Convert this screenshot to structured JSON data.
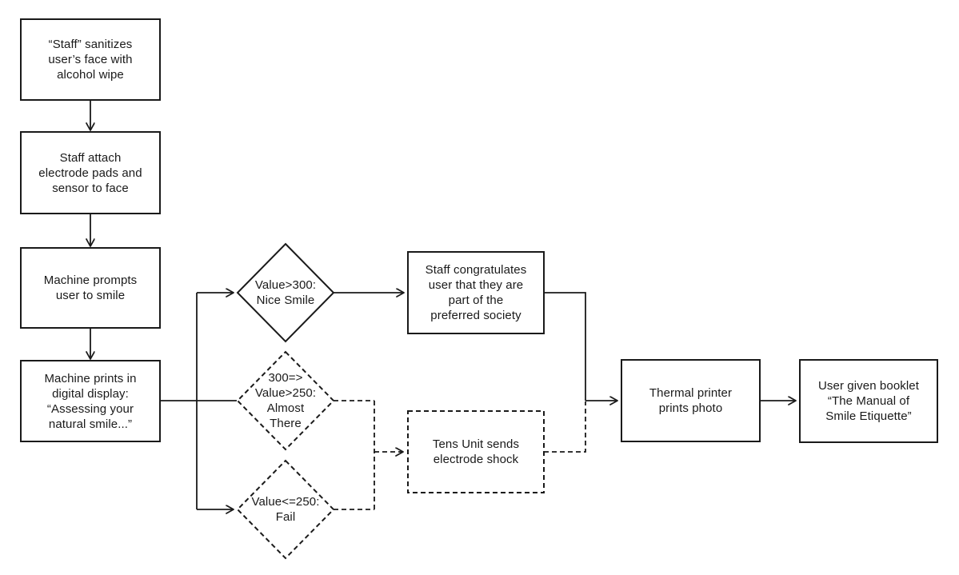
{
  "diagram": {
    "colors": {
      "stroke": "#1a1a1a",
      "text": "#1a1a1a",
      "background": "#ffffff"
    },
    "nodes": {
      "sanitize": {
        "shape": "rect",
        "border": "solid",
        "label": "“Staff” sanitizes\nuser’s face with\nalcohol wipe"
      },
      "attach": {
        "shape": "rect",
        "border": "solid",
        "label": "Staff attach\nelectrode pads and\nsensor to face"
      },
      "prompt": {
        "shape": "rect",
        "border": "solid",
        "label": "Machine prompts\nuser to smile"
      },
      "assess": {
        "shape": "rect",
        "border": "solid",
        "label": "Machine prints in\ndigital display:\n“Assessing your\nnatural smile...”"
      },
      "nice": {
        "shape": "diamond",
        "border": "solid",
        "label": "Value>300:\nNice Smile"
      },
      "almost": {
        "shape": "diamond",
        "border": "dashed",
        "label": "300=>\nValue>250:\nAlmost\nThere"
      },
      "fail": {
        "shape": "diamond",
        "border": "dashed",
        "label": "Value<=250:\nFail"
      },
      "congratulate": {
        "shape": "rect",
        "border": "solid",
        "label": "Staff congratulates\nuser that they are\npart of the\npreferred society"
      },
      "shock": {
        "shape": "rect",
        "border": "dashed",
        "label": "Tens Unit sends\nelectrode shock"
      },
      "print": {
        "shape": "rect",
        "border": "solid",
        "label": "Thermal printer\nprints photo"
      },
      "booklet": {
        "shape": "rect",
        "border": "solid",
        "label": "User given booklet\n“The Manual of\nSmile Etiquette”"
      }
    }
  }
}
